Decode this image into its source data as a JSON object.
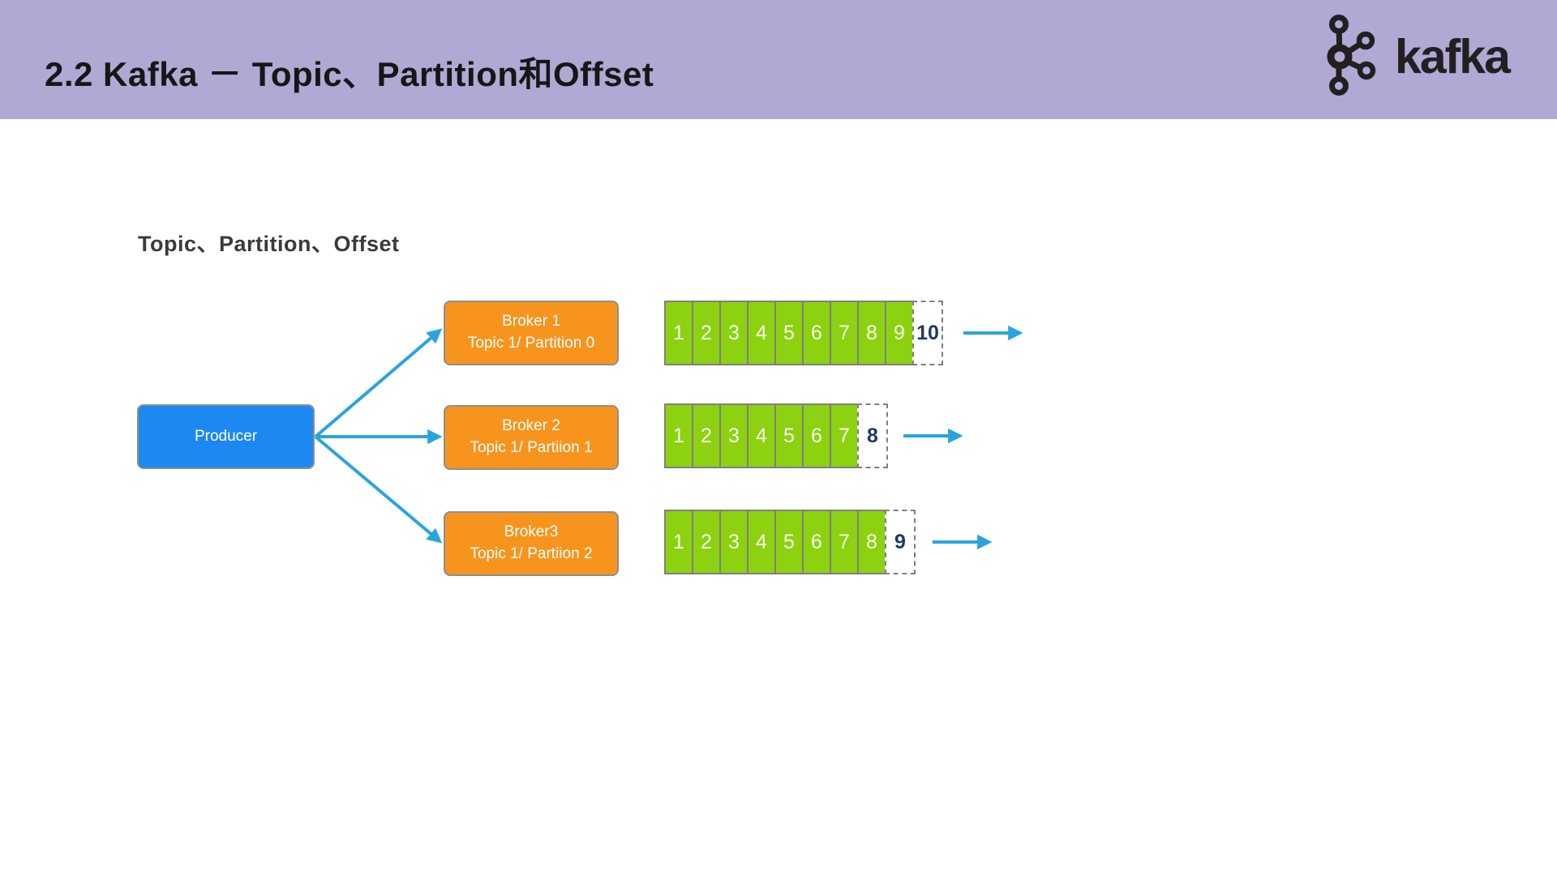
{
  "header": {
    "title": "2.2 Kafka － Topic、Partition和Offset",
    "background_color": "#AFA9D3",
    "logo": {
      "icon": "kafka-icon",
      "text": "kafka"
    }
  },
  "slide": {
    "subtitle": "Topic、Partition、Offset",
    "producer": {
      "label": "Producer",
      "color": "#1E88F2"
    },
    "brokers": [
      {
        "line1": "Broker 1",
        "line2": "Topic 1/ Partition 0",
        "color": "#F7941E"
      },
      {
        "line1": "Broker 2",
        "line2": "Topic 1/ Partiion 1",
        "color": "#F7941E"
      },
      {
        "line1": "Broker3",
        "line2": "Topic 1/ Partiion 2",
        "color": "#F7941E"
      }
    ],
    "partitions": [
      {
        "filled": [
          "1",
          "2",
          "3",
          "4",
          "5",
          "6",
          "7",
          "8",
          "9"
        ],
        "next": "10"
      },
      {
        "filled": [
          "1",
          "2",
          "3",
          "4",
          "5",
          "6",
          "7"
        ],
        "next": "8"
      },
      {
        "filled": [
          "1",
          "2",
          "3",
          "4",
          "5",
          "6",
          "7",
          "8"
        ],
        "next": "9"
      }
    ],
    "colors": {
      "cell_fill": "#8CD211",
      "cell_border": "#7F7F7F",
      "arrow": "#2AA4DF",
      "next_number": "#1F3864"
    }
  }
}
